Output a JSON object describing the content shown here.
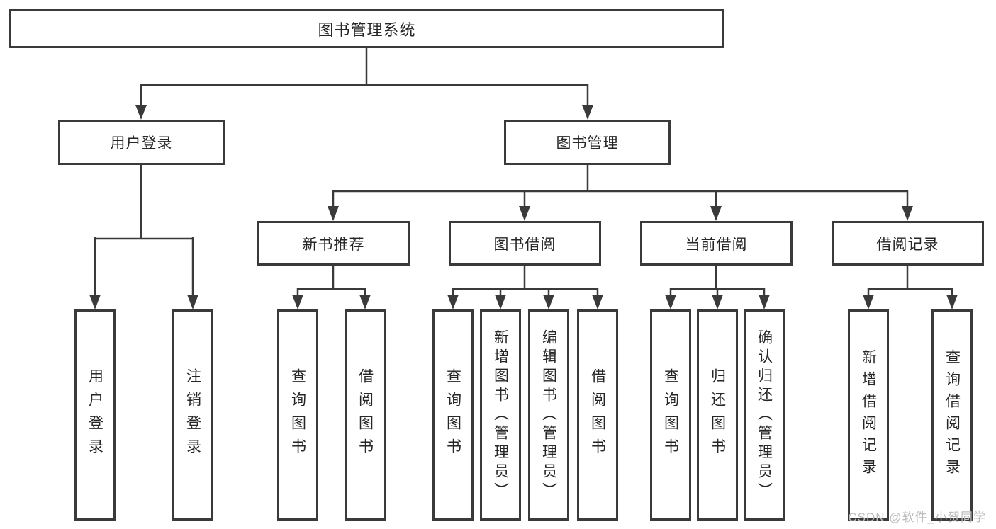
{
  "diagram": {
    "type": "hierarchy-tree",
    "colors": {
      "line": "#3a3a3a",
      "text": "#262626",
      "background": "#ffffff",
      "watermark": "#bdbdbd"
    },
    "root": {
      "label": "图书管理系统"
    },
    "branches": [
      {
        "label": "用户登录",
        "children": [
          {
            "label": "用户登录"
          },
          {
            "label": "注销登录"
          }
        ]
      },
      {
        "label": "图书管理",
        "children": [
          {
            "label": "新书推荐",
            "children": [
              {
                "label": "查询图书"
              },
              {
                "label": "借阅图书"
              }
            ]
          },
          {
            "label": "图书借阅",
            "children": [
              {
                "label": "查询图书"
              },
              {
                "label": "新增图书（管理员）"
              },
              {
                "label": "编辑图书（管理员）"
              },
              {
                "label": "借阅图书"
              }
            ]
          },
          {
            "label": "当前借阅",
            "children": [
              {
                "label": "查询图书"
              },
              {
                "label": "归还图书"
              },
              {
                "label": "确认归还（管理员）"
              }
            ]
          },
          {
            "label": "借阅记录",
            "children": [
              {
                "label": "新增借阅记录"
              },
              {
                "label": "查询借阅记录"
              }
            ]
          }
        ]
      }
    ],
    "watermark": "CSDN @软件_小贺同学"
  }
}
